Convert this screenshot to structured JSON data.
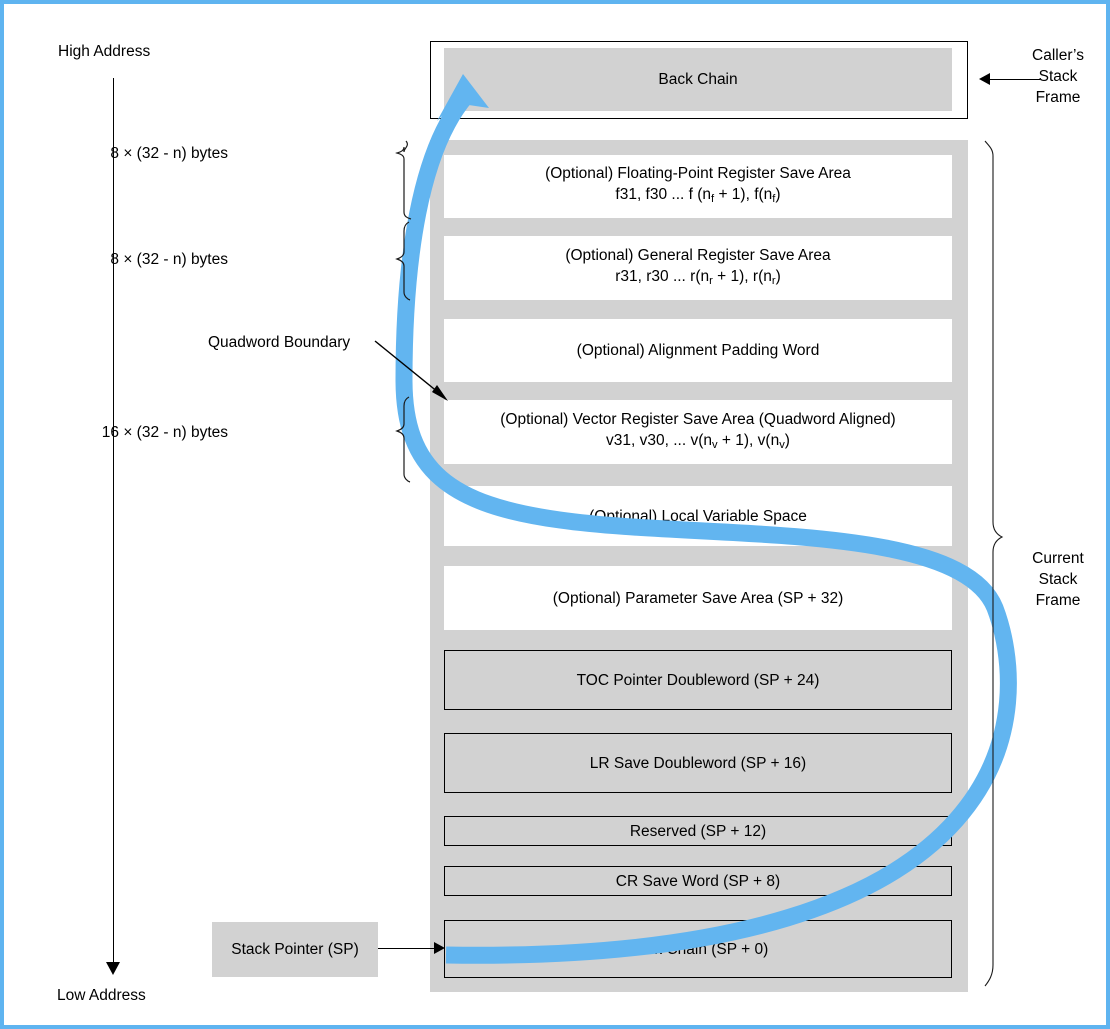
{
  "page": {
    "border_color": "#5fb4f0",
    "frame_fill": "#d2d2d2",
    "arrow_color": "#5fb4f0"
  },
  "axis": {
    "high_label": "High Address",
    "low_label": "Low Address"
  },
  "caller_frame": {
    "slot_label": "Back Chain",
    "callout": "Caller’s\nStack\nFrame"
  },
  "current_frame": {
    "callout": "Current\nStack\nFrame",
    "slots": [
      {
        "name": "floating-point-register-save-area",
        "line1": "(Optional) Floating-Point Register Save Area",
        "line2": "f31, f30 ... f (n_f + 1), f(n_f)",
        "style": "white"
      },
      {
        "name": "general-register-save-area",
        "line1": "(Optional) General Register Save Area",
        "line2": "r31, r30 ... r(n_r + 1), r(n_r)",
        "style": "white"
      },
      {
        "name": "alignment-padding-word",
        "line1": "(Optional) Alignment Padding Word",
        "line2": "",
        "style": "white"
      },
      {
        "name": "vector-register-save-area",
        "line1": "(Optional) Vector Register Save Area (Quadword Aligned)",
        "line2": "v31, v30, ... v(n_v + 1), v(n_v)",
        "style": "white"
      },
      {
        "name": "local-variable-space",
        "line1": "(Optional) Local Variable Space",
        "line2": "",
        "style": "white"
      },
      {
        "name": "parameter-save-area",
        "line1": "(Optional) Parameter Save Area (SP + 32)",
        "line2": "",
        "style": "white"
      },
      {
        "name": "toc-pointer-doubleword",
        "line1": "TOC Pointer Doubleword (SP + 24)",
        "line2": "",
        "style": "grey-bordered"
      },
      {
        "name": "lr-save-doubleword",
        "line1": "LR Save Doubleword (SP + 16)",
        "line2": "",
        "style": "grey-bordered"
      },
      {
        "name": "reserved",
        "line1": "Reserved (SP + 12)",
        "line2": "",
        "style": "grey-bordered"
      },
      {
        "name": "cr-save-word",
        "line1": "CR Save Word (SP + 8)",
        "line2": "",
        "style": "grey-bordered"
      },
      {
        "name": "back-chain-sp0",
        "line1": "Back Chain (SP + 0)",
        "line2": "",
        "style": "grey-bordered"
      }
    ]
  },
  "size_brackets": [
    {
      "name": "fp-save-size",
      "label": "8 × (32 - n) bytes"
    },
    {
      "name": "gr-save-size",
      "label": "8 × (32 - n) bytes"
    },
    {
      "name": "vr-save-size",
      "label": "16 × (32 - n) bytes"
    }
  ],
  "annotations": {
    "quadword_boundary": "Quadword Boundary",
    "stack_pointer": "Stack Pointer (SP)"
  }
}
